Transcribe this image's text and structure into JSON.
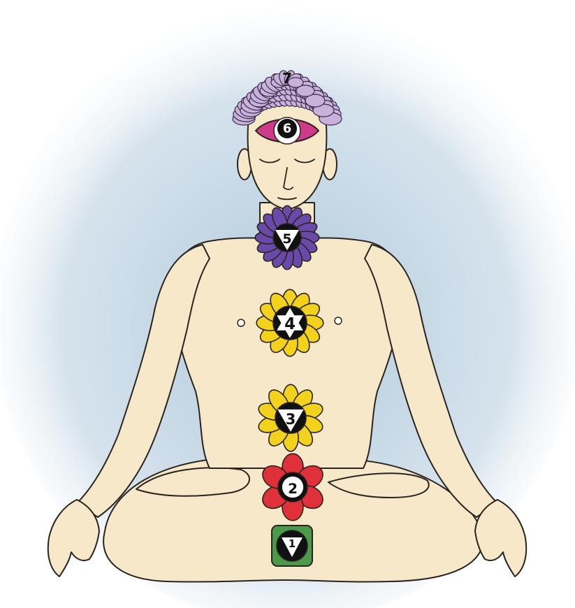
{
  "illustration": {
    "subject": "meditating-figure-with-chakras",
    "colors": {
      "background": "#ffffff",
      "halo": "#a9c4d8",
      "skin": "#f6e8c8",
      "outline": "#2a2420",
      "crown": "#c8b2dc",
      "third_eye": "#d03a8a",
      "throat": "#6a4aa8",
      "heart": "#f2d21c",
      "solar_plexus": "#f2d21c",
      "sacral": "#e0303a",
      "root": "#4a9a4a"
    }
  },
  "chakras": [
    {
      "id": "crown",
      "number": "7",
      "color": "#c8b2dc"
    },
    {
      "id": "third-eye",
      "number": "6",
      "color": "#d03a8a"
    },
    {
      "id": "throat",
      "number": "5",
      "color": "#6a4aa8"
    },
    {
      "id": "heart",
      "number": "4",
      "color": "#f2d21c"
    },
    {
      "id": "solar-plexus",
      "number": "3",
      "color": "#f2d21c"
    },
    {
      "id": "sacral",
      "number": "2",
      "color": "#e0303a"
    },
    {
      "id": "root",
      "number": "1",
      "color": "#4a9a4a"
    }
  ]
}
